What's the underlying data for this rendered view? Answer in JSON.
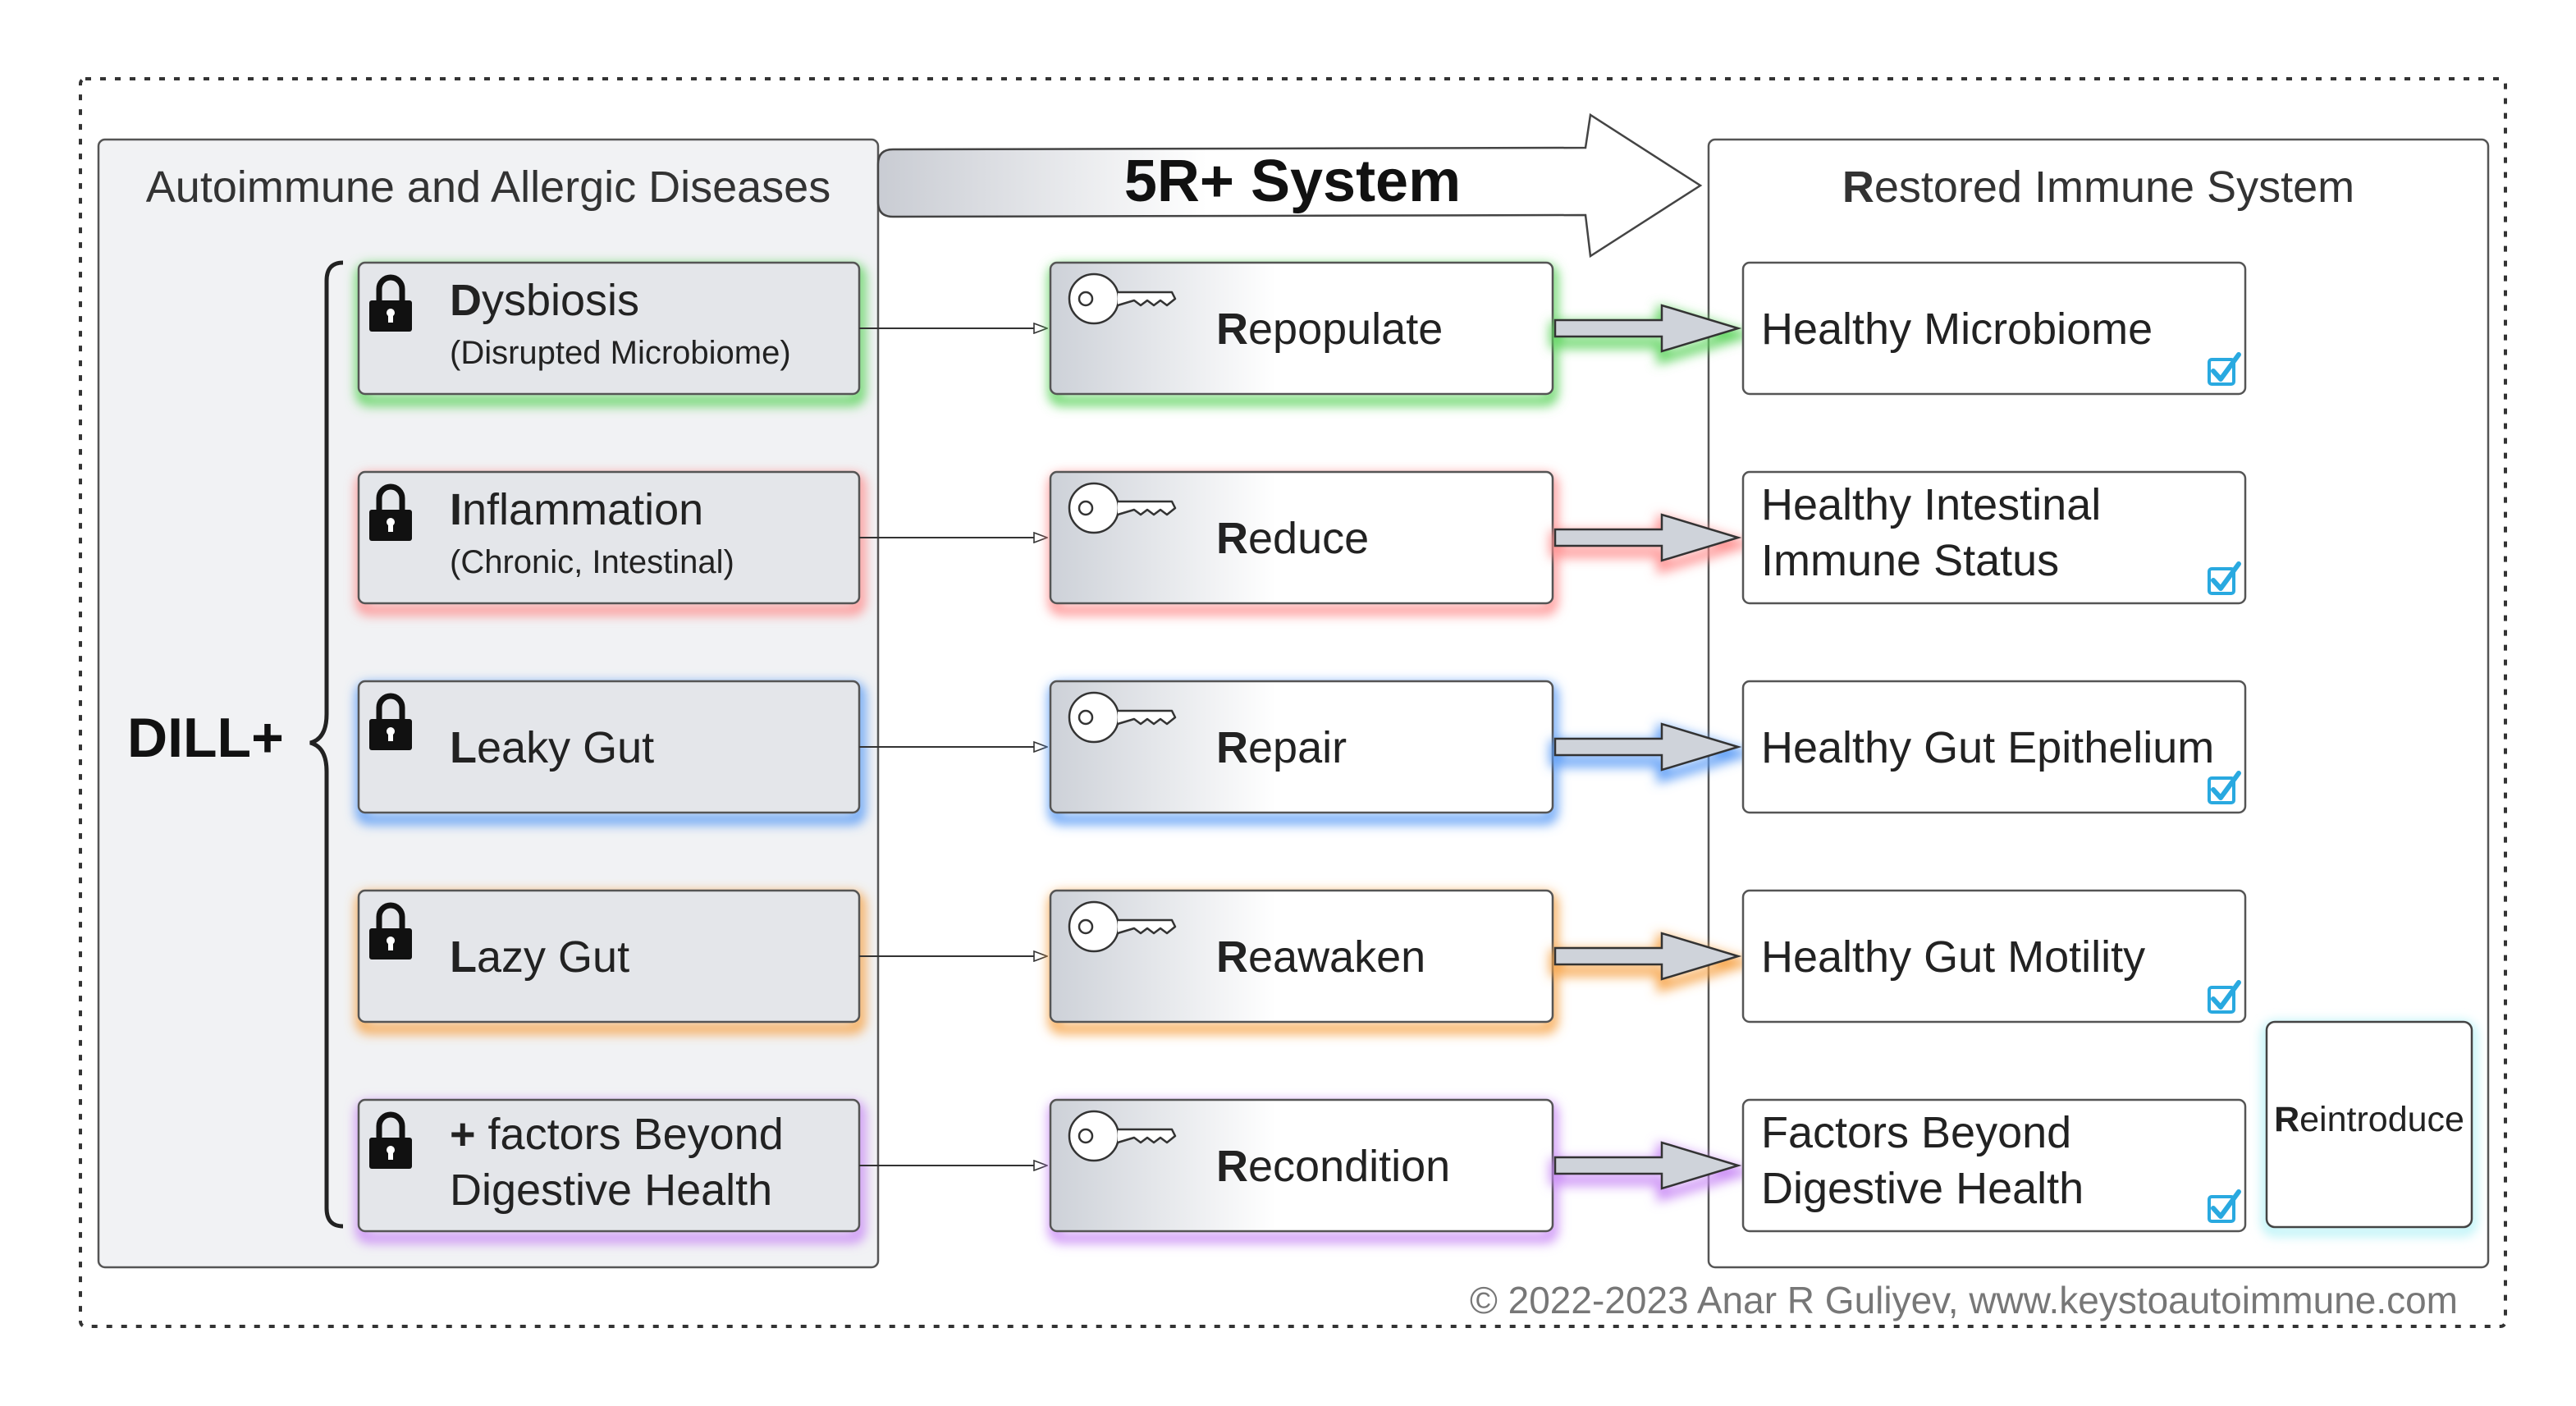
{
  "left_panel": {
    "title": "Autoimmune and Allergic Diseases",
    "brace_label": "DILL+"
  },
  "system_arrow": {
    "label": "5R+ System"
  },
  "right_panel": {
    "title_initial": "R",
    "title_rest": "estored Immune System"
  },
  "rows": [
    {
      "problem": {
        "initial": "D",
        "rest": "ysbiosis",
        "sub": "(Disrupted Microbiome)"
      },
      "action": {
        "initial": "R",
        "rest": "epopulate"
      },
      "outcome": [
        "Healthy Microbiome"
      ],
      "color": "#5ed45e",
      "arrow_fill": "#cfd3da"
    },
    {
      "problem": {
        "initial": "I",
        "rest": "nflammation",
        "sub": "(Chronic, Intestinal)"
      },
      "action": {
        "initial": "R",
        "rest": "educe"
      },
      "outcome": [
        "Healthy Intestinal",
        "Immune Status"
      ],
      "color": "#ff8f8f",
      "arrow_fill": "#cfd3da"
    },
    {
      "problem": {
        "initial": "L",
        "rest": "eaky Gut"
      },
      "action": {
        "initial": "R",
        "rest": "epair"
      },
      "outcome": [
        "Healthy Gut Epithelium"
      ],
      "color": "#5b9cf6",
      "arrow_fill": "#cfd3da"
    },
    {
      "problem": {
        "initial": "L",
        "rest": "azy Gut"
      },
      "action": {
        "initial": "R",
        "rest": "eawaken"
      },
      "outcome": [
        "Healthy Gut Motility"
      ],
      "color": "#f7a44a",
      "arrow_fill": "#cfd3da"
    },
    {
      "problem": {
        "line1": "+ factors Beyond",
        "line1_bold": "+",
        "line1_rest": " factors Beyond",
        "line2": "Digestive Health"
      },
      "action": {
        "initial": "R",
        "rest": "econdition"
      },
      "outcome": [
        "Factors Beyond",
        "Digestive Health"
      ],
      "color": "#c98af5",
      "arrow_fill": "#cfd3da"
    }
  ],
  "reintroduce": {
    "initial": "R",
    "rest": "eintroduce",
    "color": "#a9f0f5"
  },
  "copyright": "© 2022-2023 Anar R Guliyev, www.keystoautoimmune.com",
  "colors": {
    "panel_bg": "#f1f2f4",
    "box_bg": "#e4e6ea",
    "check": "#29a9e0",
    "border": "#555555"
  }
}
